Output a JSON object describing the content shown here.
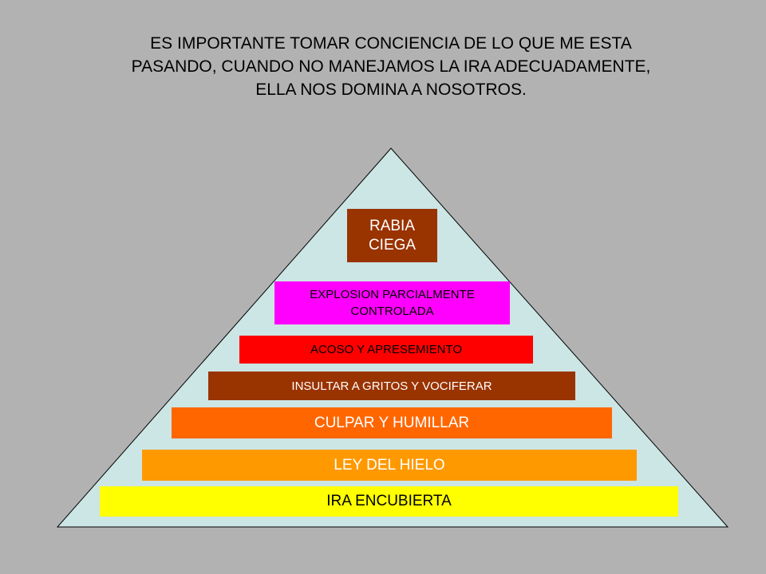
{
  "heading": {
    "line1": "ES IMPORTANTE TOMAR CONCIENCIA DE LO QUE ME ESTA",
    "line2": "PASANDO, CUANDO NO MANEJAMOS  LA IRA ADECUADAMENTE,",
    "line3": "ELLA NOS DOMINA A NOSOTROS."
  },
  "pyramid": {
    "fill_color": "#cce5e5",
    "levels": [
      {
        "line1": "RABIA",
        "line2": "CIEGA",
        "color": "#993300"
      },
      {
        "line1": "EXPLOSION PARCIALMENTE",
        "line2": "CONTROLADA",
        "color": "#ff00ff"
      },
      {
        "label": "ACOSO Y APRESEMIENTO",
        "color": "#ff0000"
      },
      {
        "label": "INSULTAR A GRITOS Y VOCIFERAR",
        "color": "#993300"
      },
      {
        "label": "CULPAR Y HUMILLAR",
        "color": "#ff6600"
      },
      {
        "label": "LEY DEL HIELO",
        "color": "#ff9900"
      },
      {
        "label": "IRA ENCUBIERTA",
        "color": "#ffff00"
      }
    ]
  }
}
